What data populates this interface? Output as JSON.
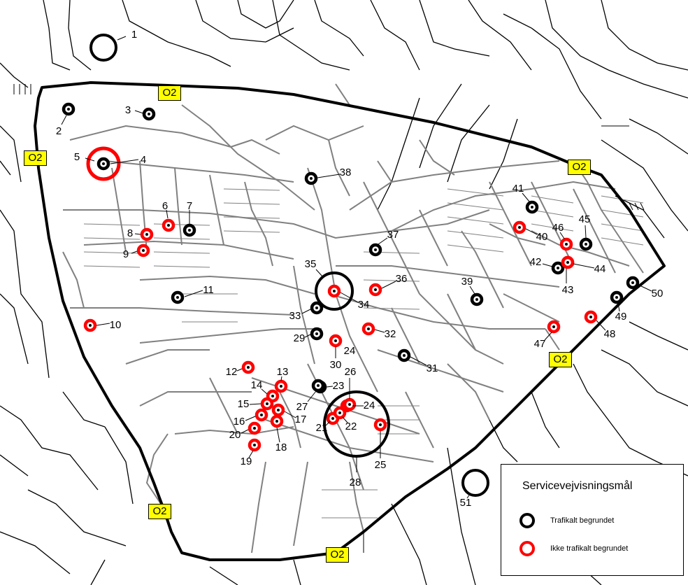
{
  "road_label": "O2",
  "legend": {
    "title": "Servicevejvisningsmål",
    "traffic": "Trafikalt begrundet",
    "non_traffic": "Ikke trafikalt begrundet"
  },
  "colors": {
    "traffic": "#000000",
    "non_traffic": "#ff0000",
    "badge": "#ffff00",
    "streets": "#808080"
  },
  "markers": [
    {
      "id": "1",
      "type": "traffic"
    },
    {
      "id": "2",
      "type": "traffic"
    },
    {
      "id": "3",
      "type": "traffic"
    },
    {
      "id": "4",
      "type": "traffic"
    },
    {
      "id": "5",
      "type": "non_traffic"
    },
    {
      "id": "6",
      "type": "non_traffic"
    },
    {
      "id": "7",
      "type": "traffic"
    },
    {
      "id": "8",
      "type": "non_traffic"
    },
    {
      "id": "9",
      "type": "non_traffic"
    },
    {
      "id": "10",
      "type": "non_traffic"
    },
    {
      "id": "11",
      "type": "traffic"
    },
    {
      "id": "12",
      "type": "non_traffic"
    },
    {
      "id": "13",
      "type": "non_traffic"
    },
    {
      "id": "14",
      "type": "non_traffic"
    },
    {
      "id": "15",
      "type": "non_traffic"
    },
    {
      "id": "16",
      "type": "non_traffic"
    },
    {
      "id": "17",
      "type": "non_traffic"
    },
    {
      "id": "18",
      "type": "non_traffic"
    },
    {
      "id": "19",
      "type": "non_traffic"
    },
    {
      "id": "20",
      "type": "non_traffic"
    },
    {
      "id": "21",
      "type": "non_traffic"
    },
    {
      "id": "22",
      "type": "non_traffic"
    },
    {
      "id": "23",
      "type": "traffic"
    },
    {
      "id": "24",
      "type": "non_traffic"
    },
    {
      "id": "25",
      "type": "non_traffic"
    },
    {
      "id": "26",
      "type": "non_traffic"
    },
    {
      "id": "27",
      "type": "traffic"
    },
    {
      "id": "28",
      "type": "traffic"
    },
    {
      "id": "29",
      "type": "traffic"
    },
    {
      "id": "30",
      "type": "non_traffic"
    },
    {
      "id": "31",
      "type": "traffic"
    },
    {
      "id": "32",
      "type": "non_traffic"
    },
    {
      "id": "33",
      "type": "traffic"
    },
    {
      "id": "34",
      "type": "non_traffic"
    },
    {
      "id": "35",
      "type": "traffic"
    },
    {
      "id": "36",
      "type": "non_traffic"
    },
    {
      "id": "37",
      "type": "traffic"
    },
    {
      "id": "38",
      "type": "traffic"
    },
    {
      "id": "39",
      "type": "traffic"
    },
    {
      "id": "40",
      "type": "non_traffic"
    },
    {
      "id": "41",
      "type": "traffic"
    },
    {
      "id": "42",
      "type": "traffic"
    },
    {
      "id": "43",
      "type": "non_traffic"
    },
    {
      "id": "44",
      "type": "non_traffic"
    },
    {
      "id": "45",
      "type": "traffic"
    },
    {
      "id": "46",
      "type": "non_traffic"
    },
    {
      "id": "47",
      "type": "non_traffic"
    },
    {
      "id": "48",
      "type": "non_traffic"
    },
    {
      "id": "49",
      "type": "traffic"
    },
    {
      "id": "50",
      "type": "traffic"
    },
    {
      "id": "51",
      "type": "traffic"
    }
  ]
}
